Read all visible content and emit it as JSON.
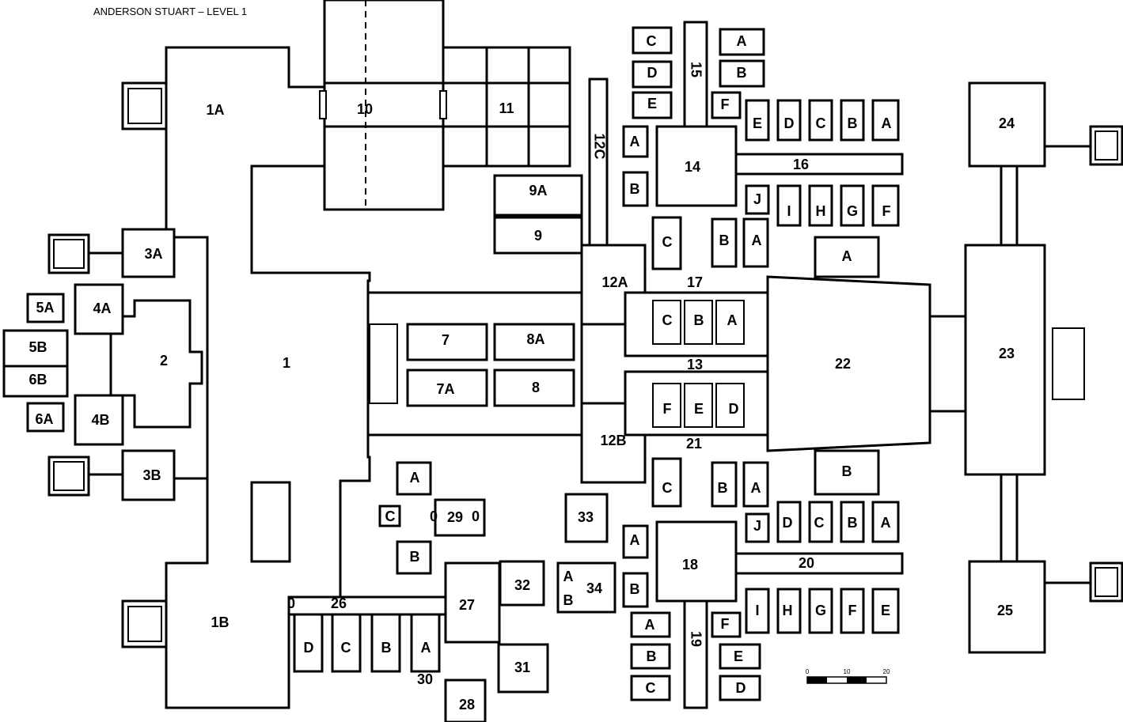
{
  "title": "ANDERSON STUART – LEVEL 1",
  "scale": {
    "ticks": [
      "0",
      "10",
      "20"
    ]
  },
  "rooms": [
    "1",
    "1A",
    "1B",
    "2",
    "3A",
    "3B",
    "4A",
    "4B",
    "5A",
    "5B",
    "6A",
    "6B",
    "7",
    "7A",
    "8",
    "8A",
    "9",
    "9A",
    "10",
    "11",
    "12A",
    "12B",
    "12C",
    "13",
    "14",
    "15",
    "16",
    "17",
    "18",
    "19",
    "20",
    "21",
    "22",
    "23",
    "24",
    "25",
    "26",
    "27",
    "28",
    "29",
    "30",
    "31",
    "32",
    "33",
    "34",
    "A",
    "B",
    "C",
    "D",
    "E",
    "F",
    "G",
    "H",
    "I",
    "J",
    "0"
  ]
}
